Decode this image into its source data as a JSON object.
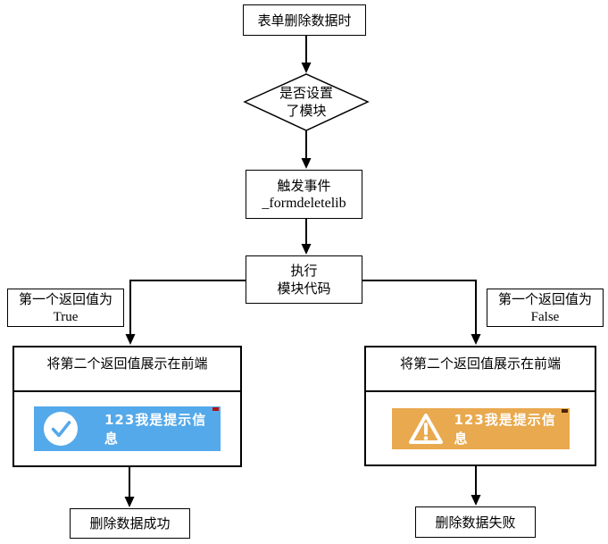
{
  "nodes": {
    "start": {
      "label": "表单删除数据时"
    },
    "decision": {
      "lines": [
        "是否设置",
        "了模块"
      ]
    },
    "trigger_event": {
      "lines": [
        "触发事件",
        "_formdeletelib"
      ]
    },
    "execute_module": {
      "lines": [
        "执行",
        "模块代码"
      ]
    },
    "branch_true": {
      "lines": [
        "第一个返回值为",
        "True"
      ]
    },
    "branch_false": {
      "lines": [
        "第一个返回值为",
        "False"
      ]
    },
    "display_success": {
      "title": "将第二个返回值展示在前端",
      "toast": {
        "message": "123我是提示信息",
        "icon": "check-circle-icon",
        "background": "#54a9ea"
      }
    },
    "display_fail": {
      "title": "将第二个返回值展示在前端",
      "toast": {
        "message": "123我是提示信息",
        "icon": "warning-triangle-icon",
        "background": "#e9a94e"
      }
    },
    "end_success": {
      "label": "删除数据成功"
    },
    "end_fail": {
      "label": "删除数据失败"
    }
  },
  "colors": {
    "success_toast_bg": "#54a9ea",
    "warning_toast_bg": "#e9a94e",
    "connector": "#000000",
    "node_border": "#000000",
    "canvas_bg": "#ffffff"
  }
}
